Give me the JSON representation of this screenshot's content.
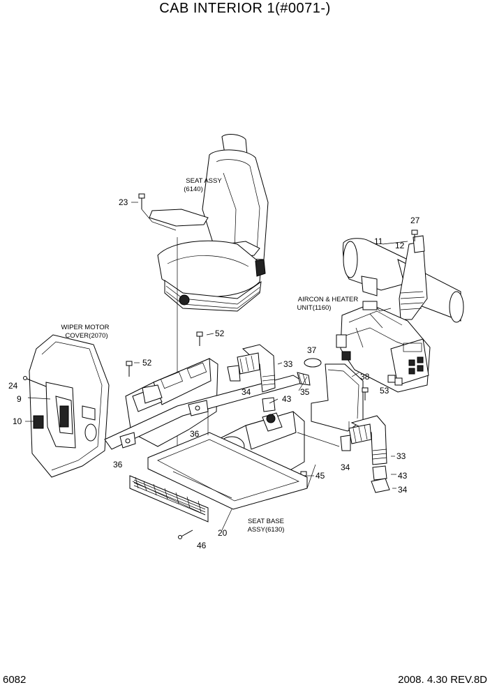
{
  "title": "CAB INTERIOR 1(#0071-)",
  "page_number": "6082",
  "revision": "2008.  4.30  REV.8D",
  "assembly_labels": {
    "seat_assy": [
      "SEAT ASSY",
      "(6140)"
    ],
    "wiper_motor_cover": [
      "WIPER MOTOR",
      "COVER(2070)"
    ],
    "aircon_heater_unit": [
      "AIRCON & HEATER",
      "UNIT(1160)"
    ],
    "seat_base_assy": [
      "SEAT BASE",
      "ASSY(6130)"
    ]
  },
  "callouts": {
    "c23": "23",
    "c27": "27",
    "c11": "11",
    "c12": "12",
    "c52a": "52",
    "c52b": "52",
    "c37": "37",
    "c33a": "33",
    "c24": "24",
    "c9": "9",
    "c10": "10",
    "c34a": "34",
    "c43a": "43",
    "c35": "35",
    "c38": "38",
    "c53": "53",
    "c36a": "36",
    "c36b": "36",
    "c34b": "34",
    "c33b": "33",
    "c43b": "43",
    "c45": "45",
    "c34c": "34",
    "c20": "20",
    "c46": "46"
  }
}
